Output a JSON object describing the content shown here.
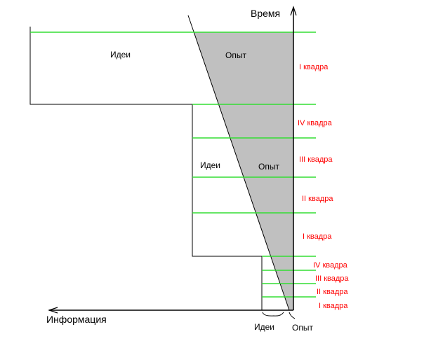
{
  "axes": {
    "time_label": "Время",
    "information_label": "Информация"
  },
  "blocks": [
    {
      "ideas_label": "Идеи",
      "experience_label": "Опыт"
    },
    {
      "ideas_label": "Идеи",
      "experience_label": "Опыт"
    },
    {
      "ideas_label": "Идеи",
      "experience_label": "Опыт"
    }
  ],
  "quarters": {
    "block1": [
      "I квадра"
    ],
    "block2": [
      "IV квадра",
      "III квадра",
      "II квадра",
      "I квадра"
    ],
    "block3": [
      "IV квадра",
      "III квадра",
      "II квадра",
      "I квадра"
    ]
  },
  "colors": {
    "grid_line": "#33dd33",
    "quarter_text": "#ff0000",
    "experience_fill": "#c0c0c0"
  }
}
